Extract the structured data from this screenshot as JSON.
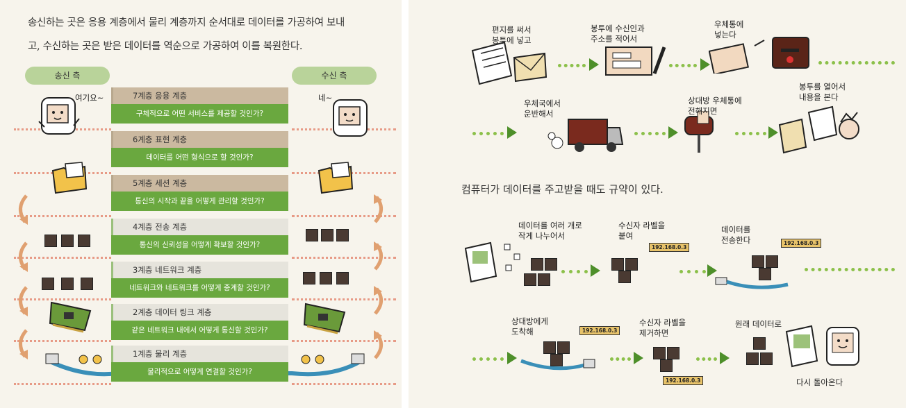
{
  "left_page": {
    "intro_line1": "송신하는 곳은 응용 계층에서 물리 계층까지 순서대로 데이터를 가공하여 보내",
    "intro_line2": "고, 수신하는 곳은 받은 데이터를 역순으로 가공하여 이를 복원한다.",
    "sender_label": "송신 측",
    "receiver_label": "수신 측",
    "sender_speech": "여기요~",
    "receiver_speech": "네~",
    "layers": [
      {
        "name": "7계층 응용 계층",
        "desc": "구체적으로 어떤 서비스를 제공할 것인가?"
      },
      {
        "name": "6계층 표현 계층",
        "desc": "데이터를 어떤 형식으로 할 것인가?"
      },
      {
        "name": "5계층 세션 계층",
        "desc": "통신의 시작과 끝을 어떻게 관리할 것인가?"
      },
      {
        "name": "4계층 전송 계층",
        "desc": "통신의 신뢰성을 어떻게 확보할 것인가?"
      },
      {
        "name": "3계층 네트워크 계층",
        "desc": "네트워크와 네트워크를 어떻게 중계할 것인가?"
      },
      {
        "name": "2계층 데이터 링크 계층",
        "desc": "같은 네트워크 내에서 어떻게 통신할 것인가?"
      },
      {
        "name": "1계층 물리 계층",
        "desc": "물리적으로 어떻게 연결할 것인가?"
      }
    ]
  },
  "right_page": {
    "mail_steps": [
      "편지를 써서\n봉투에 넣고",
      "봉투에 수신인과\n주소를 적어서",
      "우체통에\n넣는다",
      "우체국에서\n운반해서",
      "상대방 우체통에\n전해지면",
      "봉투를 열어서\n내용을 본다"
    ],
    "heading": "컴퓨터가 데이터를 주고받을 때도 규약이 있다.",
    "data_steps": [
      "데이터를 여러 개로\n작게 나누어서",
      "수신자 라벨을\n붙여",
      "데이터를\n전송한다",
      "상대방에게\n도착해",
      "수신자 라벨을\n제거하면",
      "원래 데이터로",
      "다시 돌아온다"
    ],
    "ip_label": "192.168.0.3"
  },
  "colors": {
    "layer_green": "#6aa83f",
    "layer_tan": "#cbb9a0",
    "pill": "#b9d39a",
    "arrow_green": "#4e8f2a",
    "dot_pink": "#e79a86"
  }
}
